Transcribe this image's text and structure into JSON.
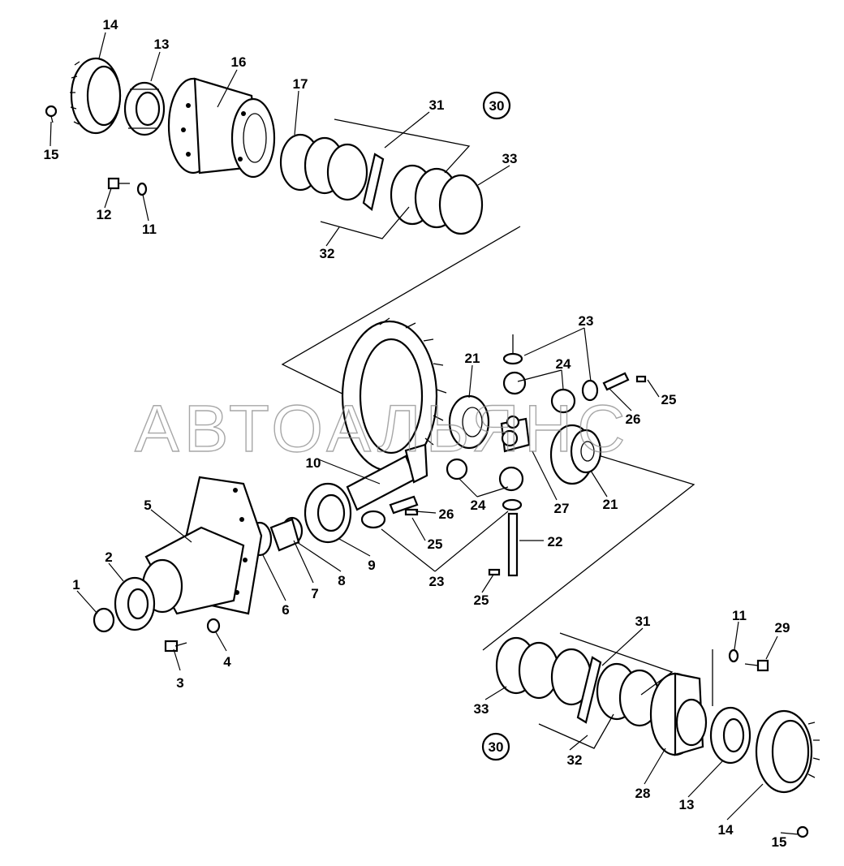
{
  "watermark": "АВТОАЛЬЯНС",
  "subassembly_ref": "30",
  "callouts": {
    "c1": "1",
    "c2": "2",
    "c3": "3",
    "c4": "4",
    "c5": "5",
    "c6": "6",
    "c7": "7",
    "c8": "8",
    "c9": "9",
    "c10": "10",
    "c11": "11",
    "c12": "12",
    "c13": "13",
    "c14": "14",
    "c15": "15",
    "c16": "16",
    "c17": "17",
    "c21": "21",
    "c22": "22",
    "c23": "23",
    "c24": "24",
    "c25": "25",
    "c26": "26",
    "c27": "27",
    "c28": "28",
    "c29": "29",
    "c31": "31",
    "c32": "32",
    "c33": "33"
  }
}
